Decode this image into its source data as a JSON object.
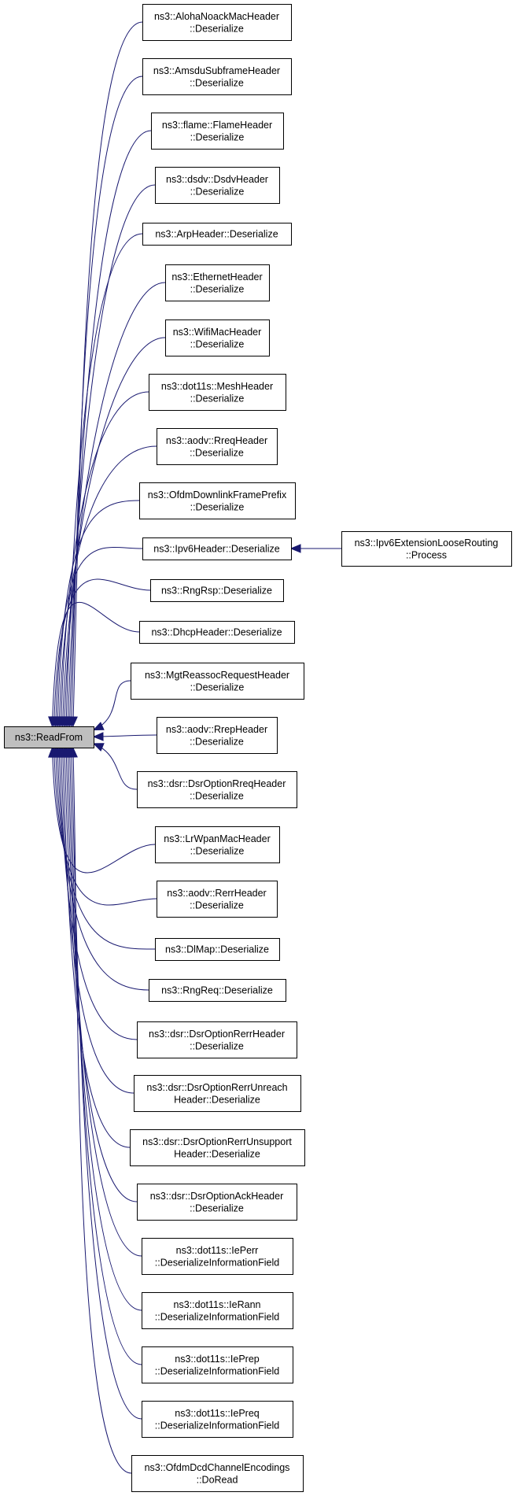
{
  "root": {
    "label": "ns3::ReadFrom"
  },
  "callers": [
    {
      "lines": [
        "ns3::AlohaNoackMacHeader",
        "::Deserialize"
      ]
    },
    {
      "lines": [
        "ns3::AmsduSubframeHeader",
        "::Deserialize"
      ]
    },
    {
      "lines": [
        "ns3::flame::FlameHeader",
        "::Deserialize"
      ]
    },
    {
      "lines": [
        "ns3::dsdv::DsdvHeader",
        "::Deserialize"
      ]
    },
    {
      "lines": [
        "ns3::ArpHeader::Deserialize"
      ]
    },
    {
      "lines": [
        "ns3::EthernetHeader",
        "::Deserialize"
      ]
    },
    {
      "lines": [
        "ns3::WifiMacHeader",
        "::Deserialize"
      ]
    },
    {
      "lines": [
        "ns3::dot11s::MeshHeader",
        "::Deserialize"
      ]
    },
    {
      "lines": [
        "ns3::aodv::RreqHeader",
        "::Deserialize"
      ]
    },
    {
      "lines": [
        "ns3::OfdmDownlinkFramePrefix",
        "::Deserialize"
      ]
    },
    {
      "lines": [
        "ns3::Ipv6Header::Deserialize"
      ]
    },
    {
      "lines": [
        "ns3::RngRsp::Deserialize"
      ]
    },
    {
      "lines": [
        "ns3::DhcpHeader::Deserialize"
      ]
    },
    {
      "lines": [
        "ns3::MgtReassocRequestHeader",
        "::Deserialize"
      ]
    },
    {
      "lines": [
        "ns3::aodv::RrepHeader",
        "::Deserialize"
      ]
    },
    {
      "lines": [
        "ns3::dsr::DsrOptionRreqHeader",
        "::Deserialize"
      ]
    },
    {
      "lines": [
        "ns3::LrWpanMacHeader",
        "::Deserialize"
      ]
    },
    {
      "lines": [
        "ns3::aodv::RerrHeader",
        "::Deserialize"
      ]
    },
    {
      "lines": [
        "ns3::DlMap::Deserialize"
      ]
    },
    {
      "lines": [
        "ns3::RngReq::Deserialize"
      ]
    },
    {
      "lines": [
        "ns3::dsr::DsrOptionRerrHeader",
        "::Deserialize"
      ]
    },
    {
      "lines": [
        "ns3::dsr::DsrOptionRerrUnreach",
        "Header::Deserialize"
      ]
    },
    {
      "lines": [
        "ns3::dsr::DsrOptionRerrUnsupport",
        "Header::Deserialize"
      ]
    },
    {
      "lines": [
        "ns3::dsr::DsrOptionAckHeader",
        "::Deserialize"
      ]
    },
    {
      "lines": [
        "ns3::dot11s::IePerr",
        "::DeserializeInformationField"
      ]
    },
    {
      "lines": [
        "ns3::dot11s::IeRann",
        "::DeserializeInformationField"
      ]
    },
    {
      "lines": [
        "ns3::dot11s::IePrep",
        "::DeserializeInformationField"
      ]
    },
    {
      "lines": [
        "ns3::dot11s::IePreq",
        "::DeserializeInformationField"
      ]
    },
    {
      "lines": [
        "ns3::OfdmDcdChannelEncodings",
        "::DoRead"
      ]
    }
  ],
  "second_level": {
    "target_index": 10,
    "lines": [
      "ns3::Ipv6ExtensionLooseRouting",
      "::Process"
    ]
  },
  "colors": {
    "edge": "#191970",
    "root_fill": "#bfbfbf",
    "box_stroke": "#000000"
  }
}
